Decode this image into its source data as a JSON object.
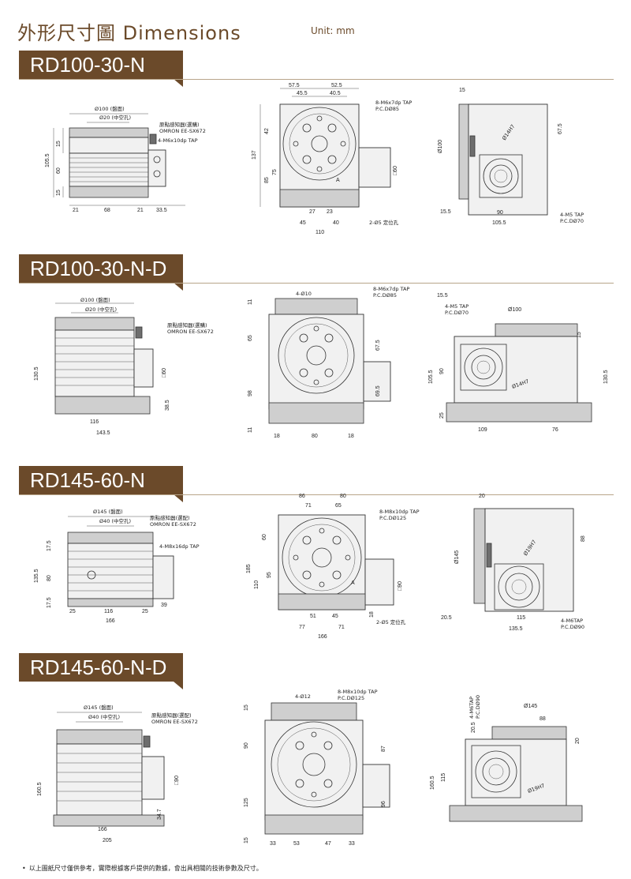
{
  "page": {
    "title": "外形尺寸圖 Dimensions",
    "unit": "Unit: mm",
    "footnote": "以上圖紙尺寸僅供參考，實際根據客戶提供的數據，會出具相關的技術參數及尺寸。"
  },
  "sections": [
    {
      "model": "RD100-30-N",
      "side": {
        "d1": "Ø100 (盤面)",
        "d2": "Ø20 (中空孔)",
        "note1": "原點感知器(選購)",
        "note2": "OMRON EE-SX672",
        "tap": "4-M6x10dp TAP",
        "h_total": "105.5",
        "h_a": "15",
        "h_b": "60",
        "h_c": "15",
        "w_a": "21",
        "w_b": "68",
        "w_c": "21",
        "w_d": "33.5"
      },
      "top": {
        "w1": "57.5",
        "w2": "52.5",
        "w3": "45.5",
        "w4": "40.5",
        "tap": "8-M6x7dp TAP",
        "pcd": "P.C.DØ85",
        "h_total": "137",
        "h_a": "42",
        "h_b": "85",
        "h_c": "75",
        "sq": "□60",
        "b1": "27",
        "b2": "23",
        "b3": "45",
        "b4": "40",
        "b5": "110",
        "pin": "2-Ø5 定位孔",
        "mark": "A"
      },
      "front": {
        "top": "15",
        "dia": "Ø100",
        "h": "67.5",
        "bore": "Ø14H7",
        "left": "15.5",
        "w1": "90",
        "w2": "105.5",
        "tap": "4-M5 TAP",
        "pcd": "P.C.DØ70"
      }
    },
    {
      "model": "RD100-30-N-D",
      "side": {
        "d1": "Ø100 (盤面)",
        "d2": "Ø20 (中空孔)",
        "note1": "原點感知器(選購)",
        "note2": "OMRON EE-SX672",
        "h_total": "130.5",
        "sq": "□60",
        "h_a": "38.5",
        "w_a": "116",
        "w_b": "143.5"
      },
      "top": {
        "hole": "4-Ø10",
        "tap": "8-M6x7dp TAP",
        "pcd": "P.C.DØ85",
        "h_a": "11",
        "h_b": "65",
        "h_c": "98",
        "h_d": "11",
        "r1": "67.5",
        "r2": "69.5",
        "b1": "18",
        "b2": "80",
        "b3": "18"
      },
      "front": {
        "left": "15.5",
        "tap": "4-M5 TAP",
        "pcd": "P.C.DØ70",
        "dia": "Ø100",
        "right": "15",
        "h1": "105.5",
        "h2": "90",
        "h3": "25",
        "h4": "130.5",
        "bore": "Ø14H7",
        "w1": "109",
        "w2": "76"
      }
    },
    {
      "model": "RD145-60-N",
      "side": {
        "d1": "Ø145 (盤面)",
        "d2": "Ø40 (中空孔)",
        "note1": "原點感知器(選配)",
        "note2": "OMRON EE-SX672",
        "tap": "4-M8x16dp TAP",
        "h_total": "135.5",
        "h_a": "17.5",
        "h_b": "80",
        "h_c": "17.5",
        "w_a": "25",
        "w_b": "116",
        "w_c": "25",
        "w_d": "39",
        "w_e": "166"
      },
      "top": {
        "w1": "86",
        "w2": "80",
        "w3": "71",
        "w4": "65",
        "tap": "8-M8x10dp TAP",
        "pcd": "P.C.DØ125",
        "h_total": "185",
        "h_a": "60",
        "h_b": "110",
        "h_c": "95",
        "sq": "□90",
        "b1": "51",
        "b2": "45",
        "b3": "77",
        "b4": "71",
        "b5": "166",
        "r": "18",
        "pin": "2-Ø5 定位孔",
        "mark": "A"
      },
      "front": {
        "top": "20",
        "dia": "Ø145",
        "h": "88",
        "bore": "Ø19H7",
        "left": "20.5",
        "w1": "115",
        "w2": "135.5",
        "tap": "4-M6TAP",
        "pcd": "P.C.DØ90"
      }
    },
    {
      "model": "RD145-60-N-D",
      "side": {
        "d1": "Ø145 (盤面)",
        "d2": "Ø40 (中空孔)",
        "note1": "原點感知器(選配)",
        "note2": "OMRON EE-SX672",
        "h_total": "160.5",
        "sq": "□90",
        "h_a": "34.7",
        "w_a": "166",
        "w_b": "205"
      },
      "top": {
        "hole": "4-Ø12",
        "tap": "8-M8x10dp TAP",
        "pcd": "P.C.DØ125",
        "h_a": "15",
        "h_b": "90",
        "h_c": "125",
        "h_d": "15",
        "r1": "87",
        "r2": "96",
        "b1": "33",
        "b2": "53",
        "b3": "47",
        "b4": "33"
      },
      "front": {
        "tap": "4-M6TAP",
        "pcd": "P.C.DØ90",
        "dia": "Ø145",
        "w": "88",
        "h1": "20.5",
        "right": "20",
        "h2": "160.5",
        "h3": "115",
        "bore": "Ø19H7"
      }
    }
  ]
}
